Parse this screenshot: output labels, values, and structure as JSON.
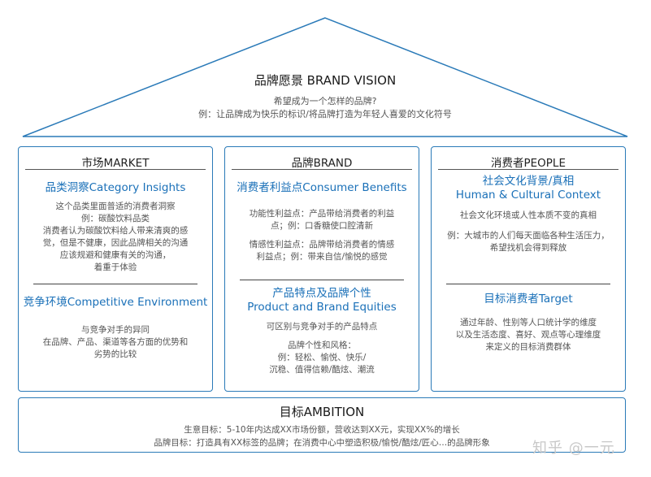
{
  "vision": {
    "title": "品牌愿景 BRAND VISION",
    "question": "希望成为一个怎样的品牌?",
    "example": "例：让品牌成为快乐的标识/将品牌打造为年轻人喜爱的文化符号"
  },
  "columns": [
    {
      "header": "市场MARKET",
      "sections": [
        {
          "title": [
            "品类洞察Category Insights"
          ],
          "body": [
            "这个品类里面普适的消费者洞察",
            "例：碳酸饮料品类",
            "消费者认为碳酸饮料给人带来清爽的感",
            "觉，但是不健康，因此品牌相关的沟通",
            "应该规避和健康有关的沟通，",
            "着重于体验"
          ]
        },
        {
          "title": [
            "竞争环境Competitive Environment"
          ],
          "body": [
            "与竞争对手的异同",
            "在品牌、产品、渠道等各方面的优势和",
            "劣势的比较"
          ]
        }
      ]
    },
    {
      "header": "品牌BRAND",
      "sections": [
        {
          "title": [
            "消费者利益点Consumer Benefits"
          ],
          "body": [
            "功能性利益点：产品带给消费者的利益",
            "点；例：口香糖使口腔清新",
            "",
            "情感性利益点：品牌带给消费者的情感",
            "利益点；例：带来自信/愉悦的感觉"
          ]
        },
        {
          "title": [
            "产品特点及品牌个性",
            "Product and Brand Equities"
          ],
          "body": [
            "可区别与竞争对手的产品特点",
            "",
            "品牌个性和风格：",
            "例：轻松、愉悦、快乐/",
            "沉稳、值得信赖/酷炫、潮流"
          ]
        }
      ]
    },
    {
      "header": "消费者PEOPLE",
      "sections": [
        {
          "title": [
            "社会文化背景/真相",
            "Human & Cultural Context"
          ],
          "body": [
            "社会文化环境或人性本质不变的真相",
            "",
            "例：大城市的人们每天面临各种生活压力，",
            "希望找机会得到释放"
          ]
        },
        {
          "title": [
            "目标消费者Target"
          ],
          "body": [
            "通过年龄、性别等人口统计学的维度",
            "以及生活态度、喜好、观点等心理维度",
            "来定义的目标消费群体"
          ]
        }
      ]
    }
  ],
  "ambition": {
    "title": "目标AMBITION",
    "line1": "生意目标：5-10年内达成XX市场份额，营收达到XX元，实现XX%的增长",
    "line2": "品牌目标：打造具有XX标签的品牌；在消费中心中塑造积极/愉悦/酷炫/匠心…的品牌形象"
  },
  "watermark": "知乎 @一元",
  "colors": {
    "accent": "#2a7ab8",
    "title_blue": "#1a70b8"
  }
}
